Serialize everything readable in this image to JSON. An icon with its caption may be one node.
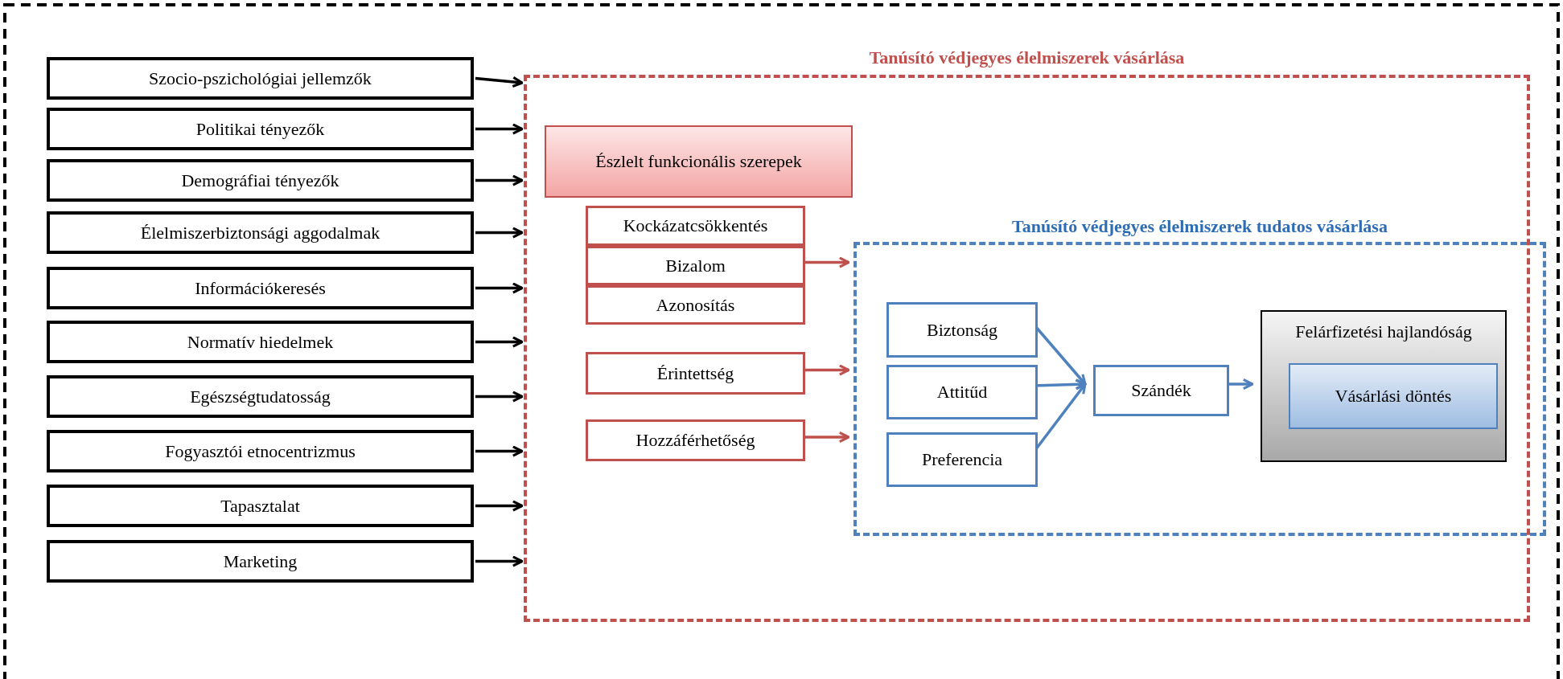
{
  "diagram": {
    "nodes": [
      {
        "text": [
          "Szocio-pszichológiai jellemzők"
        ]
      },
      {
        "text": [
          "Politikai tényezők"
        ]
      },
      {
        "text": [
          "Demográfiai tényezők"
        ]
      },
      {
        "text": [
          "Élelmiszerbiztonsági aggodalmak"
        ]
      },
      {
        "text": [
          "Információkeresés"
        ]
      },
      {
        "text": [
          "Normatív hiedelmek"
        ]
      },
      {
        "text": [
          "Egészségtudatosság"
        ]
      },
      {
        "text": [
          "Fogyasztói etnocentrizmus"
        ]
      },
      {
        "text": [
          "Tapasztalat"
        ]
      },
      {
        "text": [
          "Marketing"
        ]
      },
      {
        "text": [
          "Tanúsító védjegyes élelmiszerek vásárlása"
        ]
      },
      {
        "text": [
          "Észlelt funkcionális szerepek"
        ],
        "in": 10
      },
      {
        "text": [
          "Kockázatcsökkentés"
        ],
        "in": 10
      },
      {
        "text": [
          "Bizalom"
        ],
        "in": 10
      },
      {
        "text": [
          "Azonosítás"
        ],
        "in": 10
      },
      {
        "text": [
          "Érintettség"
        ],
        "in": 10
      },
      {
        "text": [
          "Hozzáférhetőség"
        ],
        "in": 10
      },
      {
        "text": [
          "Tanúsító védjegyes élelmiszerek tudatos vásárlása"
        ],
        "in": 10
      },
      {
        "text": [
          "Biztonság"
        ],
        "in": 17
      },
      {
        "text": [
          "Attitűd"
        ],
        "in": 17
      },
      {
        "text": [
          "Preferencia"
        ],
        "in": 17
      },
      {
        "text": [
          "Szándék"
        ],
        "in": 17
      },
      {
        "text": [
          "Felárfizetési hajlandóság"
        ],
        "in": 17
      },
      {
        "text": [
          "Vásárlási döntés"
        ],
        "in": 22
      }
    ],
    "edges": [
      {
        "from": 0,
        "to": 10,
        "arrow": "to"
      },
      {
        "from": 1,
        "to": 10,
        "arrow": "to"
      },
      {
        "from": 2,
        "to": 10,
        "arrow": "to"
      },
      {
        "from": 3,
        "to": 10,
        "arrow": "to"
      },
      {
        "from": 4,
        "to": 10,
        "arrow": "to"
      },
      {
        "from": 5,
        "to": 10,
        "arrow": "to"
      },
      {
        "from": 6,
        "to": 10,
        "arrow": "to"
      },
      {
        "from": 7,
        "to": 10,
        "arrow": "to"
      },
      {
        "from": 8,
        "to": 10,
        "arrow": "to"
      },
      {
        "from": 9,
        "to": 10,
        "arrow": "to"
      },
      {
        "from": 13,
        "to": 17,
        "arrow": "to",
        "color": "#c0504d"
      },
      {
        "from": 15,
        "to": 17,
        "arrow": "to",
        "color": "#c0504d"
      },
      {
        "from": 16,
        "to": 17,
        "arrow": "to",
        "color": "#c0504d"
      },
      {
        "from": 18,
        "to": 21,
        "arrow": "to",
        "color": "#4f81bd"
      },
      {
        "from": 19,
        "to": 21,
        "arrow": "to",
        "color": "#4f81bd"
      },
      {
        "from": 20,
        "to": 21,
        "arrow": "to",
        "color": "#4f81bd"
      },
      {
        "from": 21,
        "to": 22,
        "arrow": "to",
        "color": "#4f81bd"
      }
    ]
  }
}
